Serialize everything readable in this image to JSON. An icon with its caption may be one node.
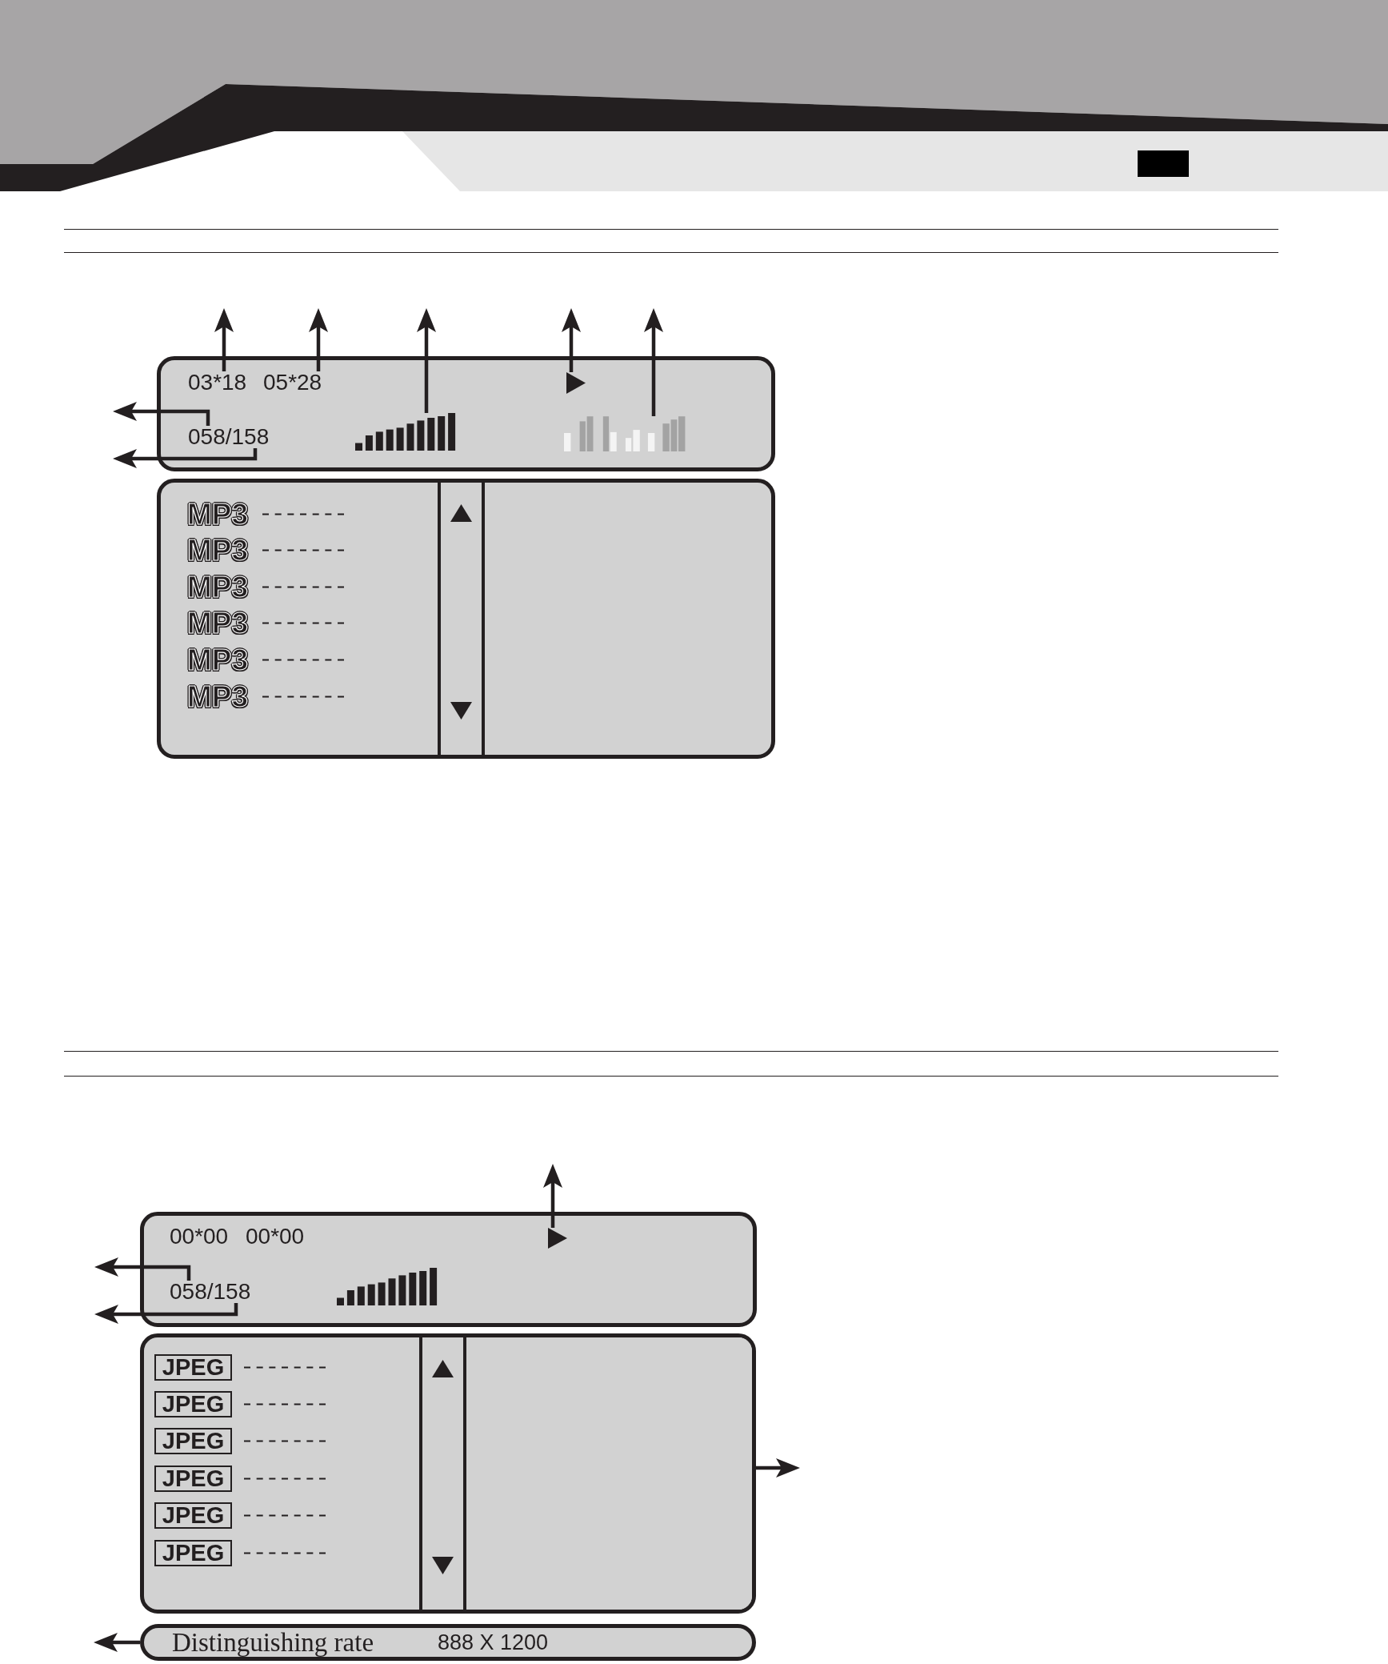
{
  "diagram": {
    "nodes": [
      {
        "text": [],
        "shape": "box"
      },
      {
        "text": [
          "03*18"
        ],
        "in": 0
      },
      {
        "text": [
          "05*28"
        ],
        "in": 0
      },
      {
        "text": [
          "058/158"
        ],
        "in": 0
      },
      {
        "text": [],
        "shape": "bar",
        "in": 0
      },
      {
        "text": [],
        "shape": "triangle",
        "in": 0
      },
      {
        "text": [],
        "shape": "bar",
        "in": 0
      },
      {
        "text": [
          "MP3",
          "MP3",
          "MP3",
          "MP3",
          "MP3",
          "MP3"
        ]
      },
      {
        "text": [],
        "shape": "box"
      },
      {
        "text": [
          "00*00"
        ],
        "in": 8
      },
      {
        "text": [
          "00*00"
        ],
        "in": 8
      },
      {
        "text": [
          "058/158"
        ],
        "in": 8
      },
      {
        "text": [],
        "shape": "bar",
        "in": 8
      },
      {
        "text": [],
        "shape": "triangle",
        "in": 8
      },
      {
        "text": [
          "JPEG",
          "JPEG",
          "JPEG",
          "JPEG",
          "JPEG",
          "JPEG"
        ]
      },
      {
        "text": [],
        "shape": "box",
        "in": 14
      },
      {
        "text": [
          "Distinguishing rate",
          "888 X 1200"
        ]
      }
    ],
    "edges": [
      {
        "from": 1,
        "to": null,
        "arrow": "to"
      },
      {
        "from": 2,
        "to": null,
        "arrow": "to"
      },
      {
        "from": 4,
        "to": null,
        "arrow": "to"
      },
      {
        "from": 5,
        "to": null,
        "arrow": "to"
      },
      {
        "from": 6,
        "to": null,
        "arrow": "to"
      },
      {
        "from": 3,
        "to": null,
        "arrow": "to"
      },
      {
        "from": 3,
        "to": null,
        "arrow": "to"
      },
      {
        "from": 11,
        "to": null,
        "arrow": "to"
      },
      {
        "from": 11,
        "to": null,
        "arrow": "to"
      },
      {
        "from": 13,
        "to": null,
        "arrow": "to"
      },
      {
        "from": 15,
        "to": null,
        "arrow": "to"
      },
      {
        "from": 16,
        "to": null,
        "arrow": "to"
      }
    ]
  }
}
